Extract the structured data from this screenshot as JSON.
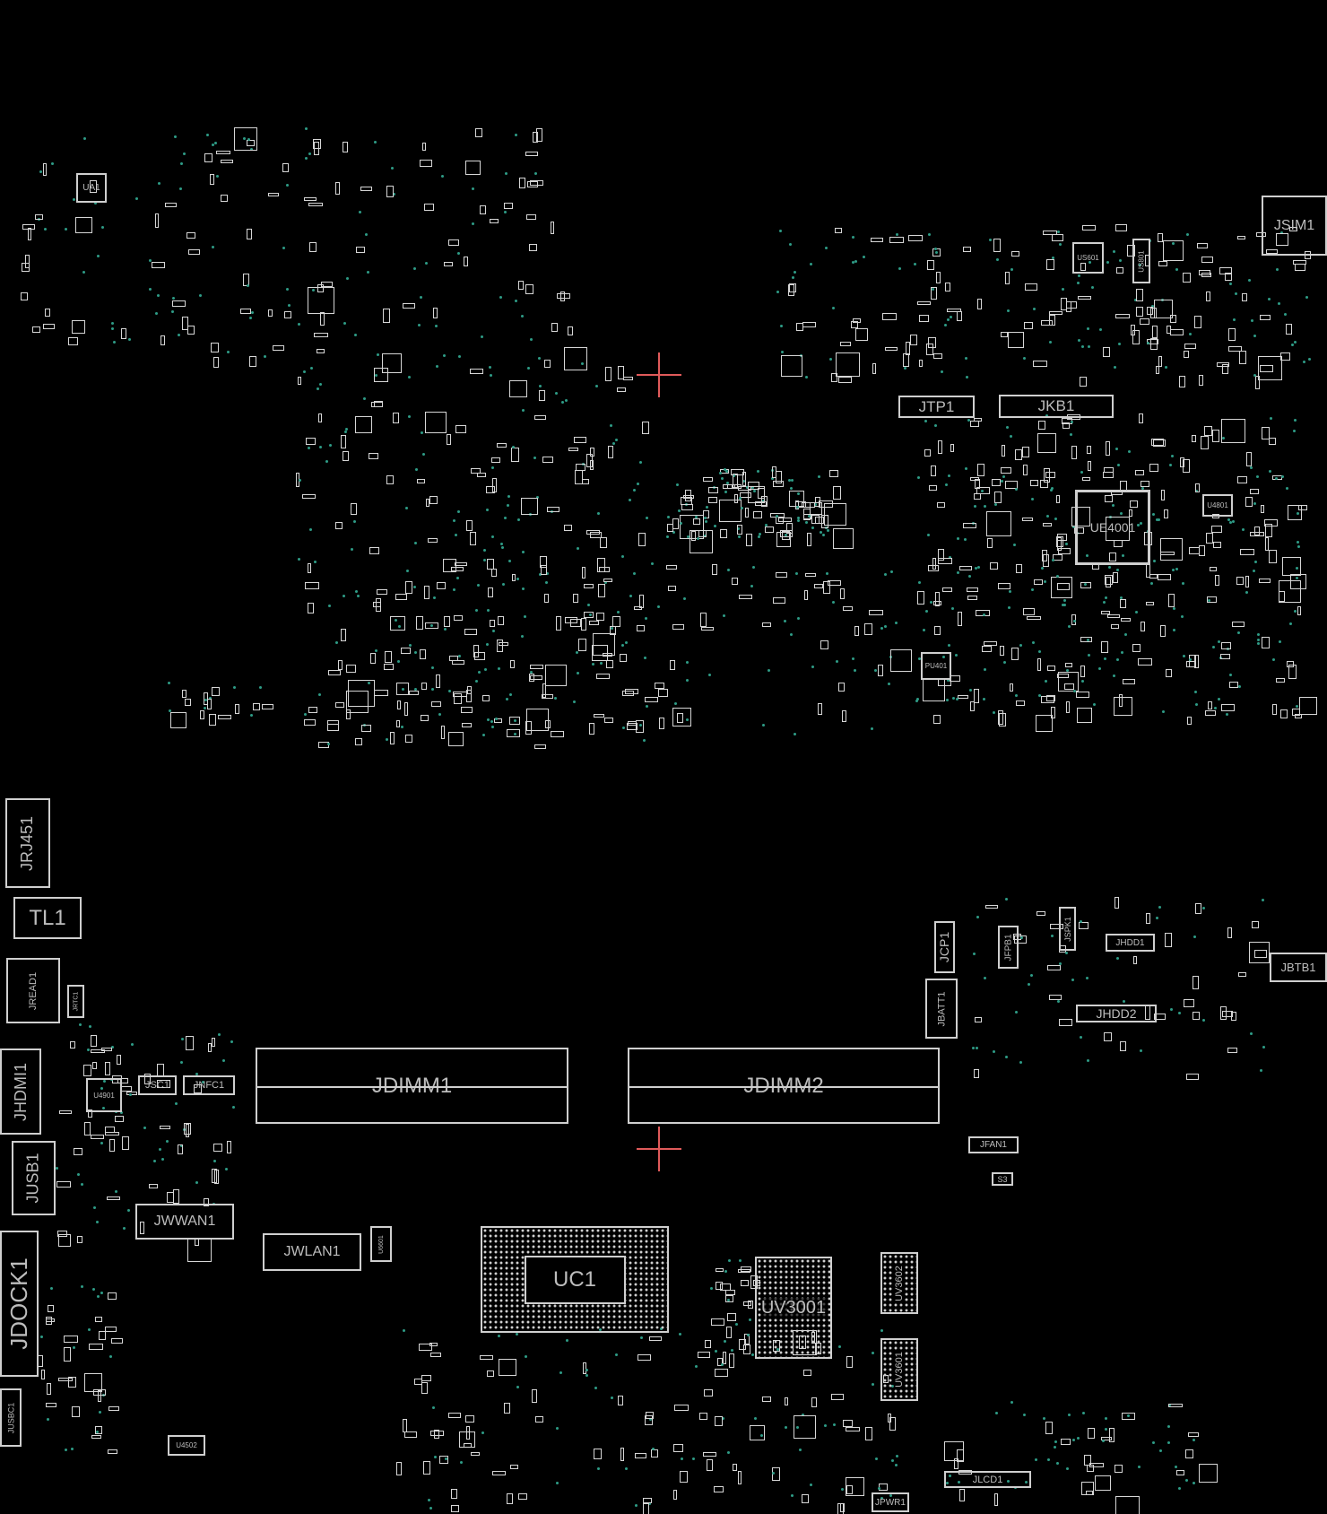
{
  "colors": {
    "background": "#000000",
    "outline": "#cfcfcf",
    "via": "#2e9c86",
    "origin_marker": "#e05a5a"
  },
  "components": {
    "ua1": "UA1",
    "jsim1": "JSIM1",
    "us601": "US601",
    "us801": "US801",
    "jtp1": "JTP1",
    "jkb1": "JKB1",
    "ue4001": "UE4001",
    "u4801": "U4801",
    "pu401": "PU401",
    "jrj451": "JRJ451",
    "tl1": "TL1",
    "jread1": "JREAD1",
    "jrtc1": "JRTC1",
    "jhdmi1": "JHDMI1",
    "u4901": "U4901",
    "jsc1": "JSC1",
    "jnfc1": "JNFC1",
    "jdimm1": "JDIMM1",
    "jdimm2": "JDIMM2",
    "jusb1": "JUSB1",
    "jwwan1": "JWWAN1",
    "jwlan1": "JWLAN1",
    "u6601": "U6601",
    "jdock1": "JDOCK1",
    "jusbc1": "JUSBC1",
    "u4502": "U4502",
    "uc1": "UC1",
    "uv3001": "UV3001",
    "uv3602": "UV3602",
    "uv3601": "UV3601",
    "jpwr1": "JPWR1",
    "jlcd1": "JLCD1",
    "jcp1": "JCP1",
    "jfpb1": "JFPB1",
    "jspk1": "JSPK1",
    "jhdd1": "JHDD1",
    "jhdd2": "JHDD2",
    "jbatt1": "JBATT1",
    "jbtb1": "JBTB1",
    "jfan1": "JFAN1",
    "s3": "S3"
  }
}
